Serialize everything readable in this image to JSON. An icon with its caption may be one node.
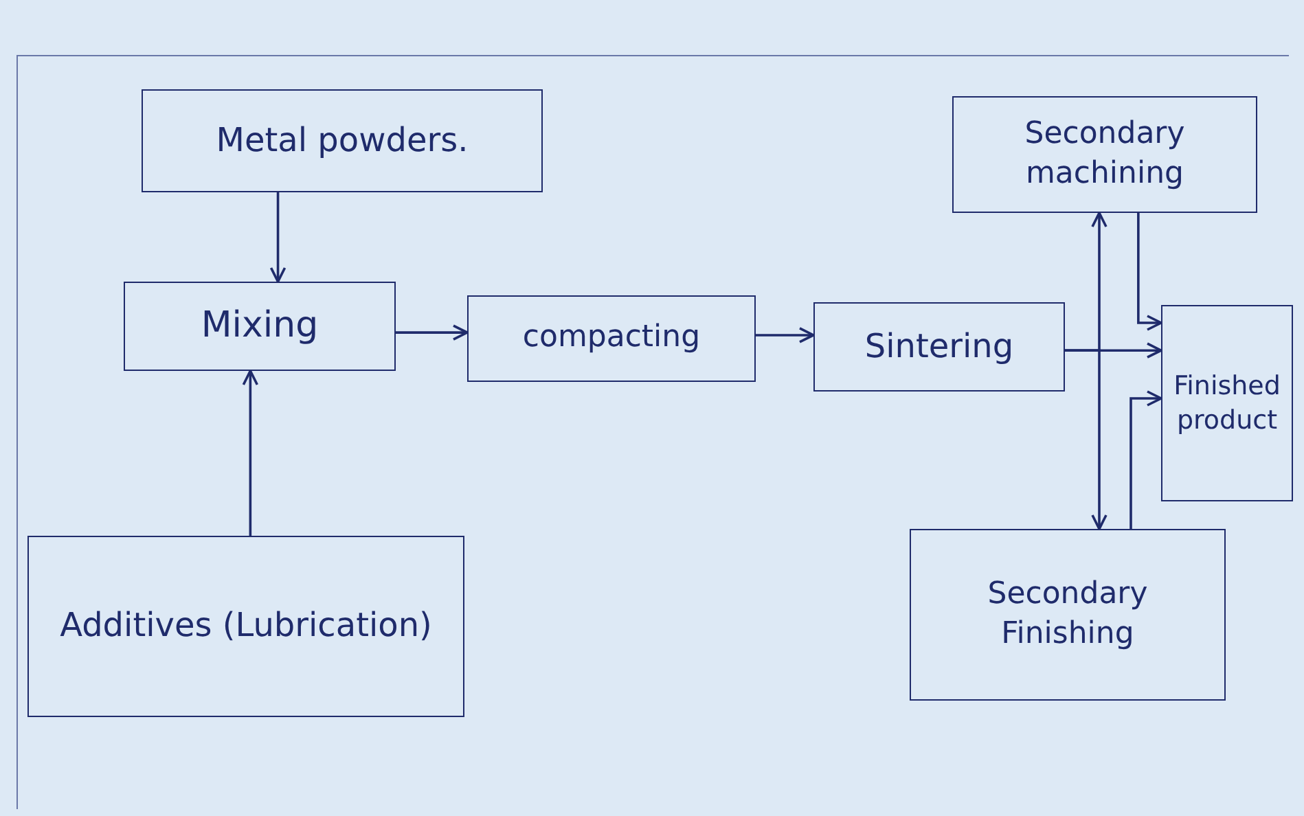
{
  "diagram": {
    "nodes": [
      {
        "text": [
          "Metal powders."
        ]
      },
      {
        "text": [
          "Secondary machining"
        ]
      },
      {
        "text": [
          "Mixing"
        ]
      },
      {
        "text": [
          "compacting"
        ]
      },
      {
        "text": [
          "Sintering"
        ]
      },
      {
        "text": [
          "Finished product"
        ]
      },
      {
        "text": [
          "Additives (Lubrication)"
        ]
      },
      {
        "text": [
          "Secondary Finishing"
        ]
      }
    ],
    "edges": [
      {
        "from": 0,
        "to": 2,
        "arrow": "to"
      },
      {
        "from": 6,
        "to": 2,
        "arrow": "to"
      },
      {
        "from": 2,
        "to": 3,
        "arrow": "to"
      },
      {
        "from": 3,
        "to": 4,
        "arrow": "to"
      },
      {
        "from": 4,
        "to": 5,
        "arrow": "to"
      },
      {
        "from": 4,
        "to": 1,
        "arrow": "to"
      },
      {
        "from": 4,
        "to": 7,
        "arrow": "to"
      },
      {
        "from": 1,
        "to": 5,
        "arrow": "to"
      },
      {
        "from": 7,
        "to": 5,
        "arrow": "to"
      }
    ]
  }
}
